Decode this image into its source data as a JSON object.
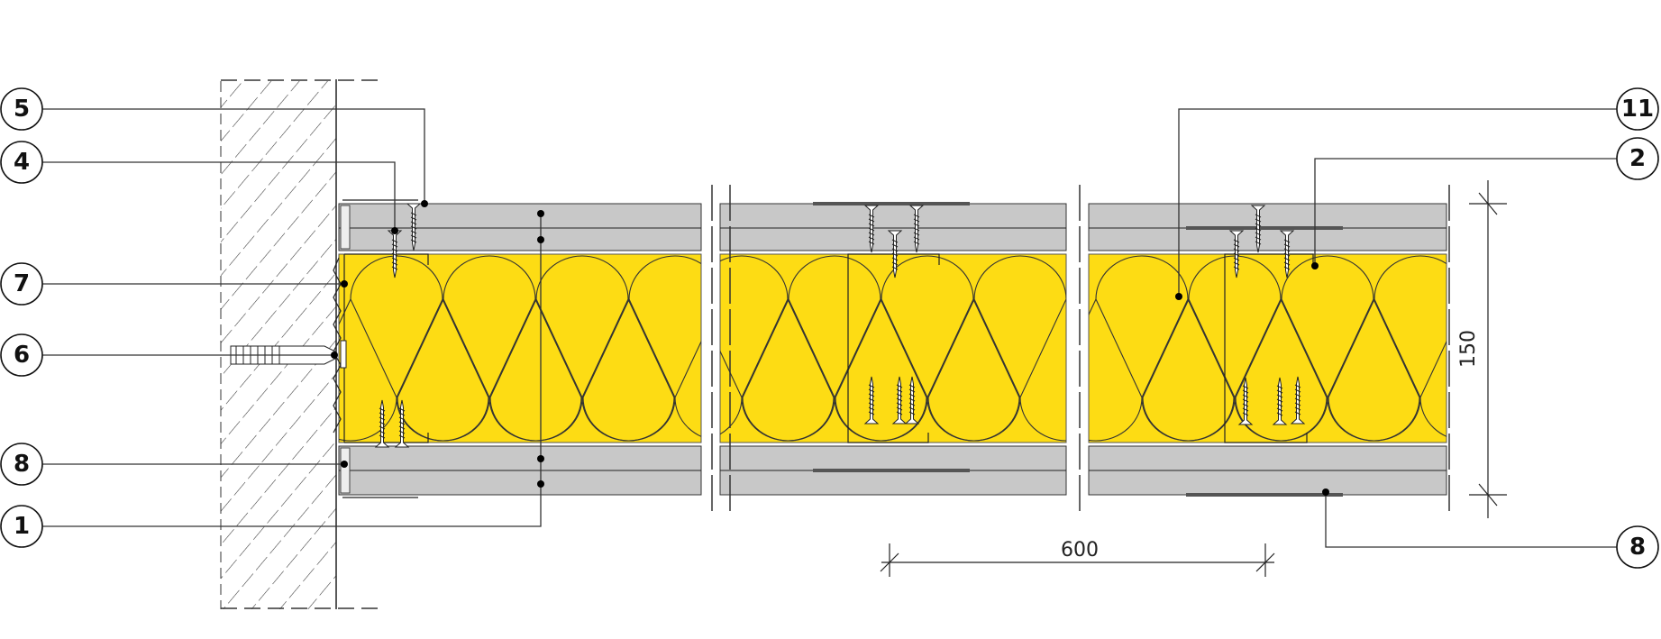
{
  "title": "Wall lining section detail",
  "callouts_left": [
    {
      "label": "5"
    },
    {
      "label": "4"
    },
    {
      "label": "7"
    },
    {
      "label": "6"
    },
    {
      "label": "8"
    },
    {
      "label": "1"
    }
  ],
  "callouts_right": [
    {
      "label": "11"
    },
    {
      "label": "2"
    },
    {
      "label": "8"
    }
  ],
  "dimensions": {
    "spacing": "600",
    "thickness": "150"
  },
  "colors": {
    "insulation": "#FDDC14",
    "board": "#C8C8C8",
    "line": "#222222"
  }
}
